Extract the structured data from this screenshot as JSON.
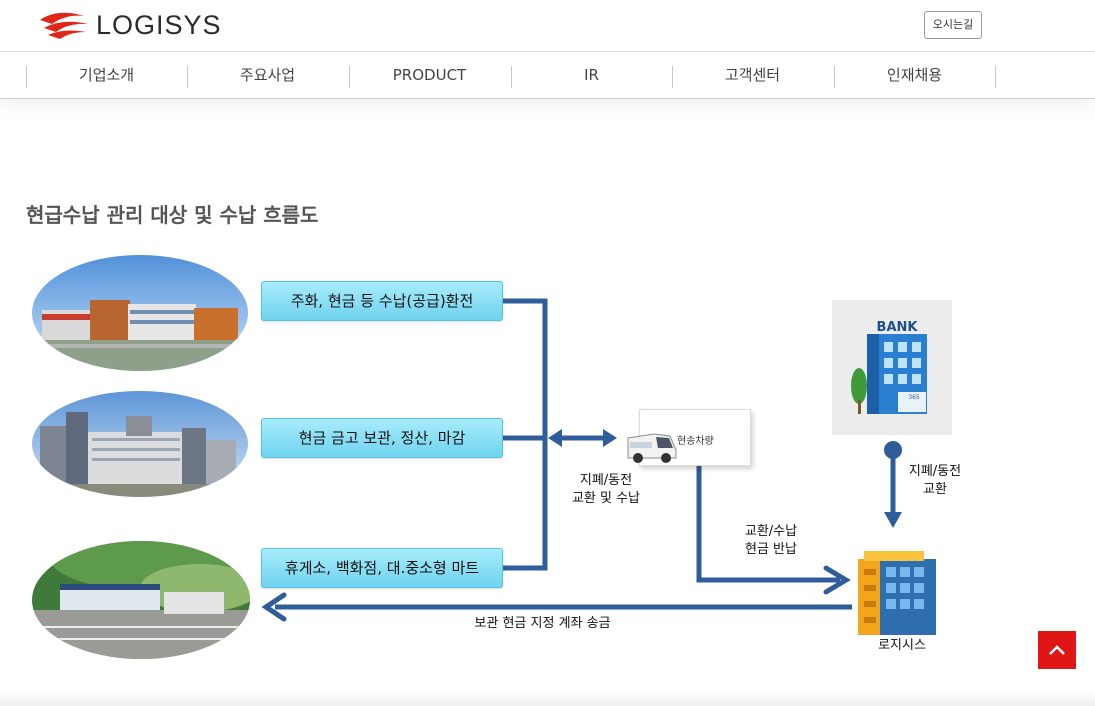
{
  "brand": {
    "name": "LOGISYS",
    "accent": "#e1251b"
  },
  "header": {
    "map_button": "오시는길"
  },
  "nav": {
    "items": [
      "기업소개",
      "주요사업",
      "PRODUCT",
      "IR",
      "고객센터",
      "인재채용"
    ]
  },
  "section": {
    "title": "현급수납 관리 대상 및 수납 흐름도"
  },
  "diagram": {
    "boxes": [
      "주화, 현금 등 수납(공급)환전",
      "현금 금고 보관, 정산, 마감",
      "휴게소, 백화점, 대.중소형 마트"
    ],
    "van_label": "현송차량",
    "bank_sign": "BANK",
    "bank_badge": "365",
    "text_exchange": "지폐/동전\n교환 및 수납",
    "text_bank": "지폐/동전\n교환",
    "text_return": "교환/수납\n현금 반납",
    "text_transfer": "보관 현금 지정 계좌 송금",
    "company": "로지시스",
    "arrow_color": "#2f5d9a",
    "box_color": "#8fe0f5"
  },
  "scroll_top": {
    "icon": "chevron-up-icon",
    "color": "#e01515"
  }
}
